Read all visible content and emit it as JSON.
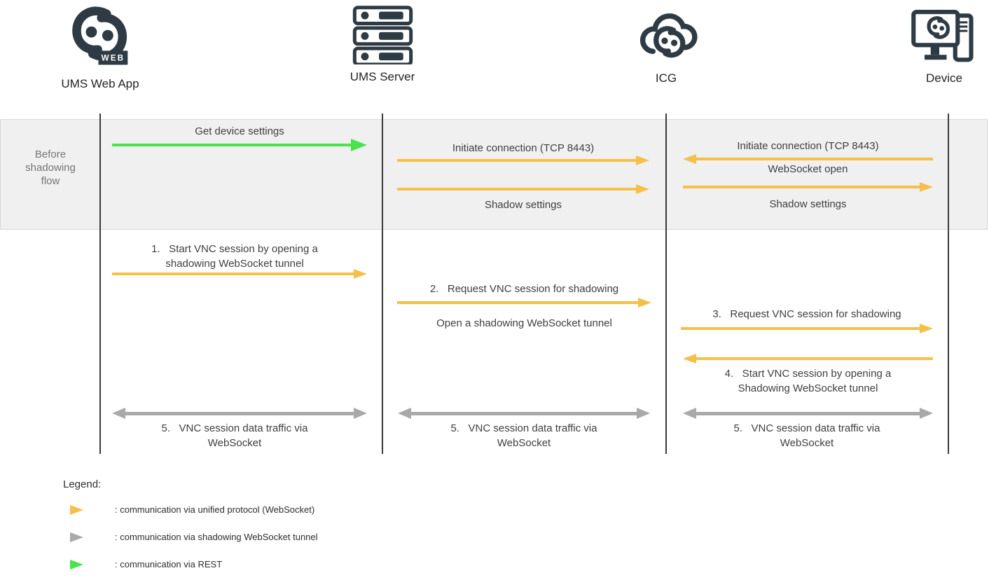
{
  "colors": {
    "yellow": "#F5C04A",
    "gray": "#A9A9A9",
    "green": "#4BE34B",
    "dark": "#2E3B44",
    "band_bg": "#F0F0F1",
    "band_text": "#757575",
    "lifeline": "#3A3A3A"
  },
  "actors": [
    {
      "label": "UMS Web App",
      "icon": "ums-web-app-icon"
    },
    {
      "label": "UMS Server",
      "icon": "server-stack-icon"
    },
    {
      "label": "ICG",
      "icon": "cloud-icg-icon"
    },
    {
      "label": "Device",
      "icon": "device-monitor-icon"
    }
  ],
  "web_badge": "WEB",
  "band": {
    "label": "Before\nshadowing\nflow",
    "get_device_settings": "Get device settings",
    "initiate_ums": "Initiate connection (TCP 8443)",
    "shadow_settings_ums": "Shadow settings",
    "initiate_device": "Initiate connection (TCP 8443)",
    "websocket_open": "WebSocket open",
    "shadow_settings_device": "Shadow settings"
  },
  "flow": {
    "step1": "1.   Start VNC session by opening a\nshadowing WebSocket tunnel",
    "step2": "2.   Request VNC session for shadowing",
    "step2_sub": "Open a shadowing WebSocket tunnel",
    "step3": "3.   Request VNC session for shadowing",
    "step4": "4.   Start VNC session by opening a\nShadowing WebSocket tunnel",
    "step5_web": "5.   VNC session data traffic via\nWebSocket",
    "step5_server": "5.   VNC session data traffic via\nWebSocket",
    "step5_icg": "5.   VNC session data traffic via\nWebSocket"
  },
  "legend": {
    "title": "Legend:",
    "items": [
      {
        "color": "yellow",
        "label": ": communication via unified protocol (WebSocket)"
      },
      {
        "color": "gray",
        "label": ": communication via shadowing WebSocket tunnel"
      },
      {
        "color": "green",
        "label": ": communication via REST"
      }
    ]
  }
}
